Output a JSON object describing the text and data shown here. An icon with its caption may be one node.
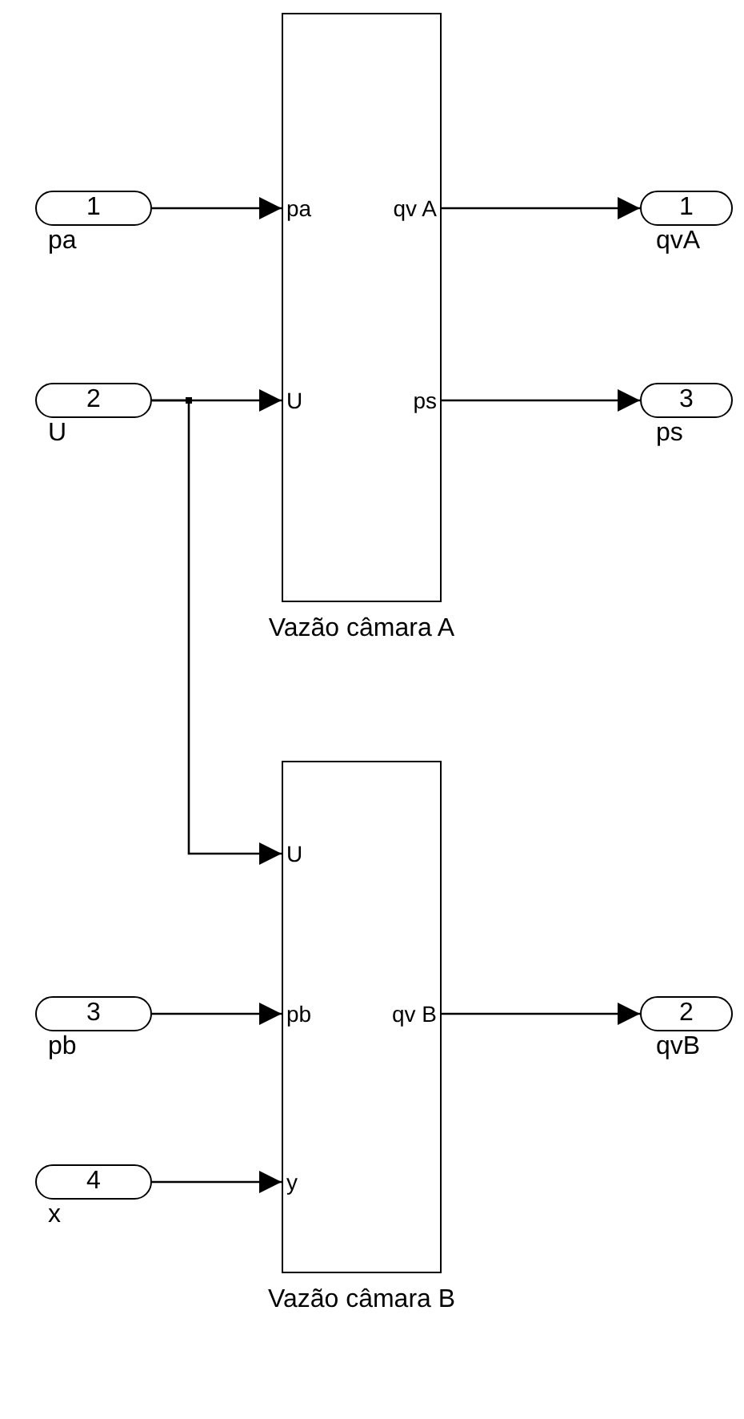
{
  "diagram": {
    "nodes": [
      {
        "text": [
          "1"
        ],
        "beside": [
          "pa"
        ]
      },
      {
        "text": [
          "Vazão câmara A"
        ]
      },
      {
        "text": [
          "pa"
        ],
        "in": 1
      },
      {
        "text": [
          "qv A"
        ],
        "in": 1
      },
      {
        "text": [
          "U"
        ],
        "in": 1
      },
      {
        "text": [
          "ps"
        ],
        "in": 1
      },
      {
        "text": [
          "1"
        ],
        "beside": [
          "qvA"
        ]
      },
      {
        "text": [
          "2"
        ],
        "beside": [
          "U"
        ]
      },
      {
        "text": [
          "3"
        ],
        "beside": [
          "ps"
        ]
      },
      {
        "text": [
          "Vazão câmara B"
        ]
      },
      {
        "text": [
          "U"
        ],
        "in": 9
      },
      {
        "text": [
          "pb"
        ],
        "in": 9
      },
      {
        "text": [
          "qv B"
        ],
        "in": 9
      },
      {
        "text": [
          "y"
        ],
        "in": 9
      },
      {
        "text": [
          "3"
        ],
        "beside": [
          "pb"
        ]
      },
      {
        "text": [
          "2"
        ],
        "beside": [
          "qvB"
        ]
      },
      {
        "text": [
          "4"
        ],
        "beside": [
          "x"
        ]
      }
    ],
    "edges": [
      {
        "from": 0,
        "to": 2,
        "arrow": "to"
      },
      {
        "from": 3,
        "to": 6,
        "arrow": "to"
      },
      {
        "from": 7,
        "to": 4,
        "arrow": "to"
      },
      {
        "from": 5,
        "to": 8,
        "arrow": "to"
      },
      {
        "from": 7,
        "to": 10,
        "arrow": "to"
      },
      {
        "from": 14,
        "to": 11,
        "arrow": "to"
      },
      {
        "from": 12,
        "to": 15,
        "arrow": "to"
      },
      {
        "from": 16,
        "to": 13,
        "arrow": "to"
      }
    ]
  }
}
